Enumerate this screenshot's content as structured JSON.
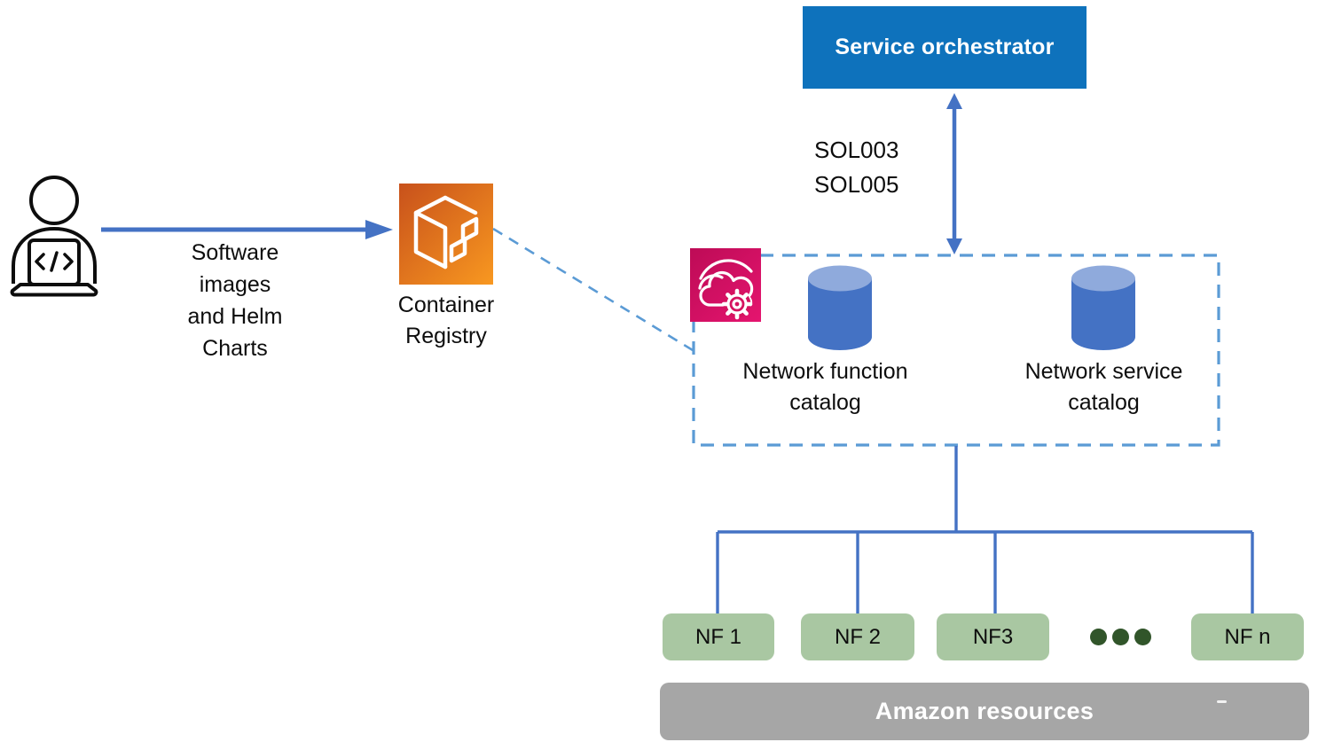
{
  "diagram": {
    "service_orchestrator": "Service orchestrator",
    "sol_lines": [
      "SOL003",
      "SOL005"
    ],
    "software_lines": [
      "Software",
      "images",
      "and Helm",
      "Charts"
    ],
    "container_registry_lines": [
      "Container",
      "Registry"
    ],
    "network_function_catalog_lines": [
      "Network function",
      "catalog"
    ],
    "network_service_catalog_lines": [
      "Network service",
      "catalog"
    ],
    "nf_boxes": [
      "NF 1",
      "NF 2",
      "NF3",
      "NF n"
    ],
    "amazon_resources": "Amazon resources"
  },
  "icons": {
    "developer": "developer-at-laptop-icon",
    "container_registry": "container-registry-cube-icon",
    "network_builder": "cloud-gear-icon",
    "catalog_left": "database-cylinder-icon",
    "catalog_right": "database-cylinder-icon"
  },
  "colors": {
    "accent_blue": "#4472C4",
    "orchestrator_blue": "#0E72BC",
    "dashed_blue": "#5B9BD5",
    "cylinder_body": "#4472C4",
    "cylinder_top": "#8FAADC",
    "nf_green": "#A9C7A2",
    "dot_green": "#31552A",
    "bar_gray": "#A6A6A6",
    "ecr_gradient_start": "#C8511B",
    "ecr_gradient_end": "#F89820",
    "pink_gradient_start": "#BD0B56",
    "pink_gradient_end": "#E5156F",
    "text": "#0d0d0d"
  }
}
